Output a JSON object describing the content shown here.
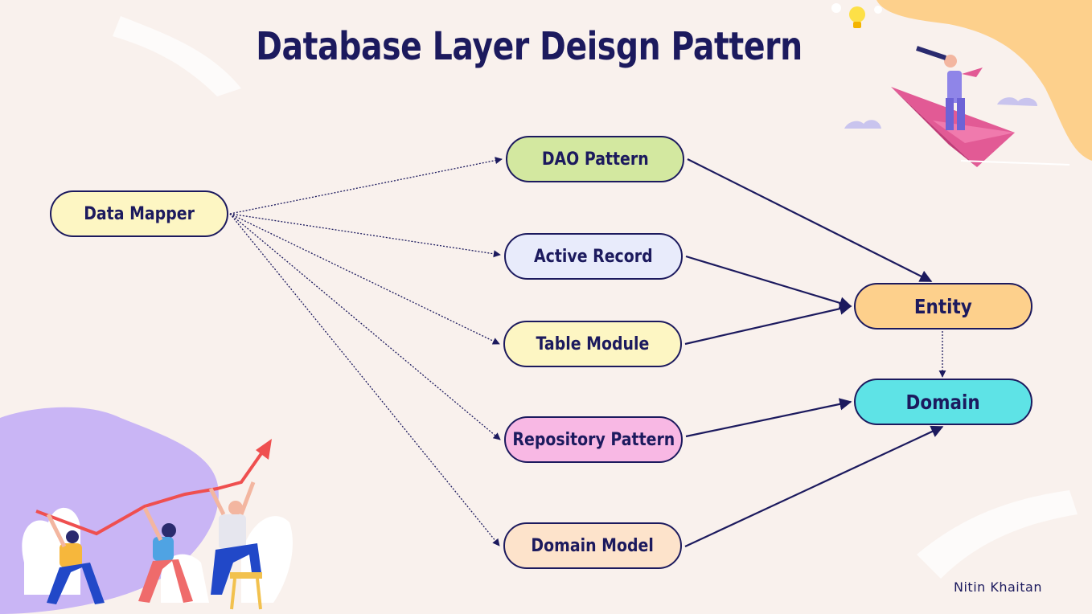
{
  "title": "Database Layer Deisgn Pattern",
  "author": "Nitin Khaitan",
  "nodes": {
    "data_mapper": "Data Mapper",
    "dao_pattern": "DAO Pattern",
    "active_record": "Active Record",
    "table_module": "Table Module",
    "repository_pattern": "Repository Pattern",
    "domain_model": "Domain Model",
    "entity": "Entity",
    "domain": "Domain"
  },
  "colors": {
    "background": "#f9f1ed",
    "ink": "#1c1a5e",
    "data_mapper": "#fdf6c3",
    "dao_pattern": "#d3e8a0",
    "active_record": "#e8ebfb",
    "table_module": "#fdf6c3",
    "repository_pattern": "#f8b8e4",
    "domain_model": "#fde3cb",
    "entity": "#fdd08c",
    "domain": "#5ee3e6"
  },
  "edges": [
    {
      "from": "data_mapper",
      "to": "dao_pattern",
      "style": "dotted"
    },
    {
      "from": "data_mapper",
      "to": "active_record",
      "style": "dotted"
    },
    {
      "from": "data_mapper",
      "to": "table_module",
      "style": "dotted"
    },
    {
      "from": "data_mapper",
      "to": "repository_pattern",
      "style": "dotted"
    },
    {
      "from": "data_mapper",
      "to": "domain_model",
      "style": "dotted"
    },
    {
      "from": "dao_pattern",
      "to": "entity",
      "style": "solid"
    },
    {
      "from": "active_record",
      "to": "entity",
      "style": "solid"
    },
    {
      "from": "table_module",
      "to": "entity",
      "style": "solid"
    },
    {
      "from": "entity",
      "to": "domain",
      "style": "dotted"
    },
    {
      "from": "repository_pattern",
      "to": "domain",
      "style": "solid"
    },
    {
      "from": "domain_model",
      "to": "domain",
      "style": "solid"
    }
  ],
  "illustrations": [
    "team-pulling-growth-arrow-illustration",
    "man-on-paper-plane-with-telescope-illustration",
    "lightbulb-icon"
  ]
}
